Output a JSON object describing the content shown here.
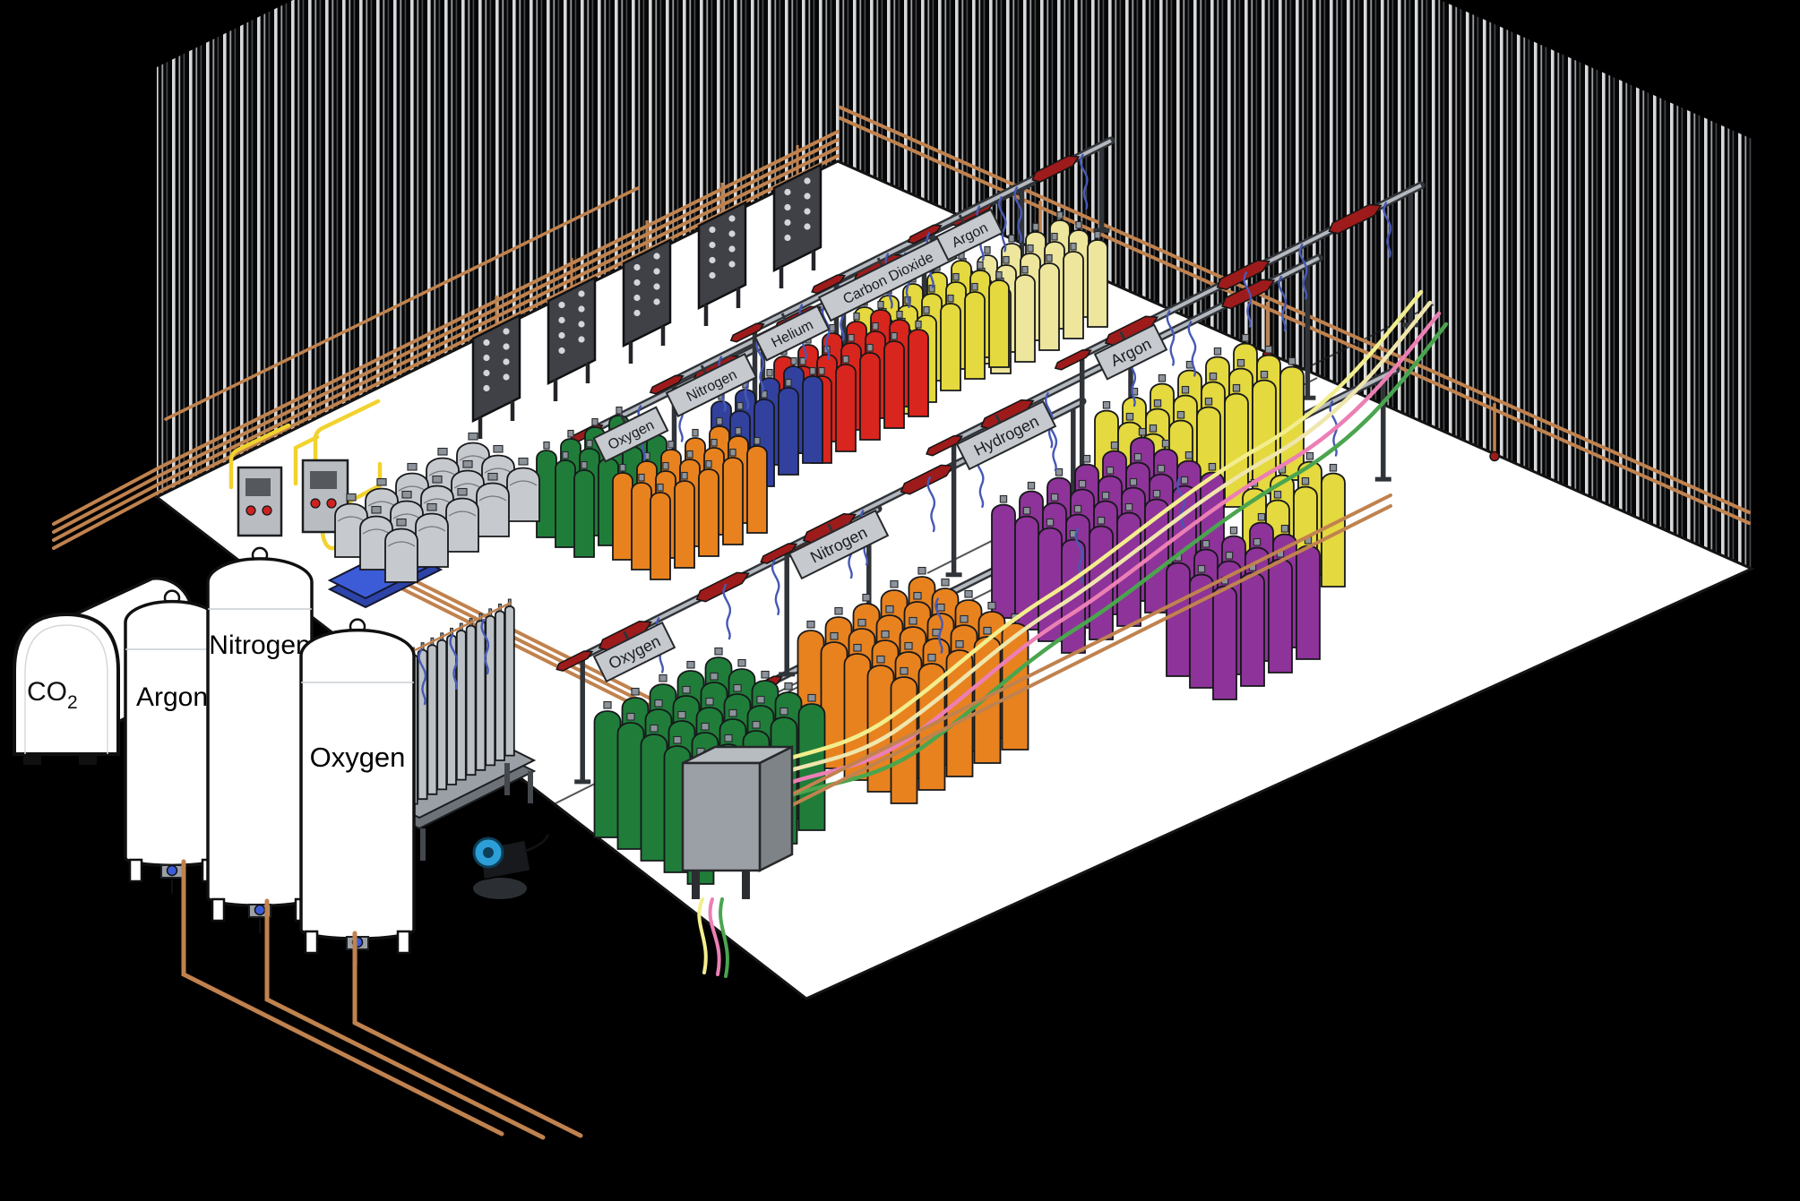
{
  "palette": {
    "background": "#000000",
    "floor": "#ffffff",
    "outline": "#141414",
    "wall_base": "#060606",
    "stripe_light": "#d7d9dc",
    "stripe_mid": "#9a9ea3",
    "stripe_dim": "#45484d",
    "copper": "#c0824e",
    "rail_light": "#b3b8be",
    "rail_dark": "#303439",
    "panel": "#3f4147",
    "panel_dot": "#d2d6db",
    "sign_plate": "#c6cacf",
    "sign_border": "#26282b",
    "sign_text": "#1b1d20",
    "red_header": "#9e1b1b",
    "hose_blue": "#4659b5",
    "yellow_pipe": "#f2d22e",
    "pallet_blue": "#3c5cd7",
    "tube_gray": "#bcc1c6",
    "pump_blue": "#2d9fd8",
    "tank_white": "#ffffff",
    "cabinet_gray": "#9aa0a6",
    "line_cream": "#efe6ad",
    "line_pink": "#ec7fb5",
    "line_green": "#4aa54e",
    "line_yellow": "#f3ee8d"
  },
  "storage_tanks": [
    {
      "id": "co2",
      "label": "CO2",
      "label_main": "CO",
      "label_sub": "2"
    },
    {
      "id": "argon",
      "label": "Argon"
    },
    {
      "id": "nitrogen",
      "label": "Nitrogen"
    },
    {
      "id": "oxygen",
      "label": "Oxygen"
    }
  ],
  "back_stations": [
    {
      "id": "oxygen-back",
      "label": "Oxygen",
      "color": "#1f7d39",
      "rows": 3,
      "cols": 4
    },
    {
      "id": "nitrogen-back",
      "label": "Nitrogen",
      "color": "#e8821f",
      "rows": 3,
      "cols": 5
    },
    {
      "id": "helium-back",
      "label": "Helium",
      "color": "#d8251d",
      "rows": 3,
      "cols": 5
    },
    {
      "id": "carbon-dioxide-back",
      "label": "Carbon Dioxide",
      "color": "#e4d93e",
      "rows": 3,
      "cols": 5
    },
    {
      "id": "argon-back",
      "label": "Argon",
      "color": "#ede69c",
      "rows": 3,
      "cols": 5
    }
  ],
  "front_stations": [
    {
      "id": "oxygen-front",
      "label": "Oxygen",
      "color": "#1f7d39",
      "rows": 5,
      "cols": 5
    },
    {
      "id": "nitrogen-front",
      "label": "Nitrogen",
      "color": "#e8821f",
      "rows": 5,
      "cols": 5
    },
    {
      "id": "hydrogen-front",
      "label": "Hydrogen",
      "color": "#8e3399",
      "rows": 4,
      "cols": 6
    },
    {
      "id": "argon-front",
      "label": "Argon",
      "color": "#e4d93e",
      "rows": 3,
      "cols": 6
    }
  ],
  "unlabeled_clusters": [
    {
      "id": "blue-pack",
      "color": "#32419e",
      "rows": 2,
      "cols": 4
    },
    {
      "id": "hydrogen-right",
      "color": "#8e3399",
      "rows": 3,
      "cols": 4
    },
    {
      "id": "argon-far-right",
      "color": "#e4d93e",
      "rows": 2,
      "cols": 3
    },
    {
      "id": "gray-pack",
      "color": "#c6cacf",
      "rows": 3,
      "cols": 5
    }
  ]
}
